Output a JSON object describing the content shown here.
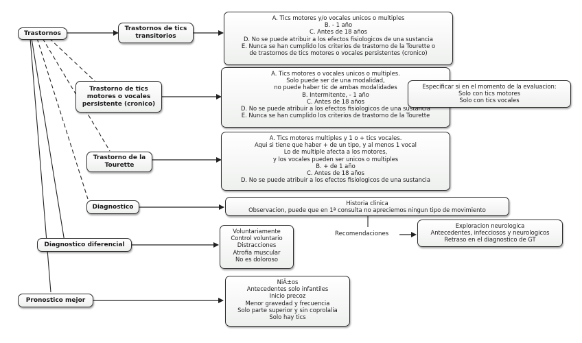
{
  "nodes": {
    "trastornos": "Trastornos",
    "transitorios": [
      "Trastornos de tics",
      "transitorios"
    ],
    "persistente": [
      "Trastorno de tics",
      "motores o vocales",
      "persistente (cronico)"
    ],
    "tourette": [
      "Trastorno de la",
      "Tourette"
    ],
    "diagnostico": "Diagnostico",
    "diferencial": "Diagnostico diferencial",
    "pronostico": "Pronostico mejor"
  },
  "boxes": {
    "transitorios_criteria": [
      "A. Tics motores y/o vocales unicos o multiples",
      "B. - 1 año",
      "C. Antes de 18 años",
      "D. No se puede atribuir a los efectos fisiologicos de una sustancia",
      "E. Nunca se han cumplido los criterios de trastorno de la Tourette o",
      "de trastornos de tics motores o vocales persistentes (cronico)"
    ],
    "persistente_criteria": [
      "A. Tics motores o vocales unicos o multiples.",
      "Solo puede ser de una modalidad,",
      "no puede haber tic de ambas modalidades",
      "B. Intermitente, - 1 año",
      "C. Antes de 18 años",
      "D. No se puede atribuir a los efectos fisiologicos de una sustancia",
      "E. Nunca se han cumplido los criterios de trastorno de la Tourette"
    ],
    "especificar": [
      "Especificar si en el momento de la evaluacion:",
      "Solo con tics motores",
      "Solo con tics vocales"
    ],
    "tourette_criteria": [
      "A. Tics motores multiples y 1 o + tics vocales.",
      "Aqui si tiene que haber + de un tipo, y al menos 1 vocal",
      "Lo de multiple afecta a los motores,",
      "y los vocales pueden ser unicos o multiples",
      "B. + de 1 año",
      "C. Antes de 18 años",
      "D. No se puede atribuir a los efectos fisiologicos de una sustancia"
    ],
    "historia": [
      "Historia clinica",
      "Observacion, puede que en 1ª consulta no apreciemos ningun tipo de movimiento"
    ],
    "exploracion": [
      "Exploracion neurologica",
      "Antecedentes, infecciosos y neurologicos",
      "Retraso en el diagnostico de GT"
    ],
    "diferencial_items": [
      "Voluntariamente",
      "Control voluntario",
      "Distracciones",
      "Atrofia muscular",
      "No es doloroso"
    ],
    "pronostico_items": [
      "NiÃ±os",
      "Antecedentes solo infantiles",
      "Inicio precoz",
      "Menor gravedad y frecuencia",
      "Solo parte superior y sin coprolalia",
      "Solo hay tics"
    ]
  },
  "link_labels": {
    "recomendaciones": "Recomendaciones"
  },
  "colors": {
    "line": "#222222",
    "border": "#2b2b2b",
    "node_fill_top": "#ffffff",
    "node_fill_bottom": "#eef0ee"
  }
}
